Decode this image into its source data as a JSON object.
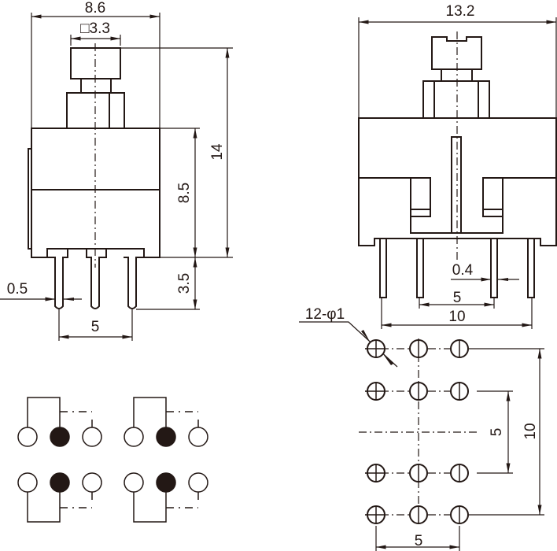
{
  "colors": {
    "line": "#231815",
    "background": "#ffffff"
  },
  "side_view": {
    "width_label": "8.6",
    "cap_label": "□3.3",
    "height_total_label": "14",
    "body_height_label": "8.5",
    "pin_length_label": "3.5",
    "pin_width_label": "0.5",
    "pin_pitch_label": "5"
  },
  "front_view": {
    "width_label": "13.2",
    "pin_thickness_label": "0.4",
    "inner_pitch_label": "5",
    "outer_pitch_label": "10"
  },
  "footprint": {
    "hole_label": "12-φ1",
    "row_pitch_label": "5",
    "outer_rows_label": "10",
    "col_pitch_label": "5"
  }
}
